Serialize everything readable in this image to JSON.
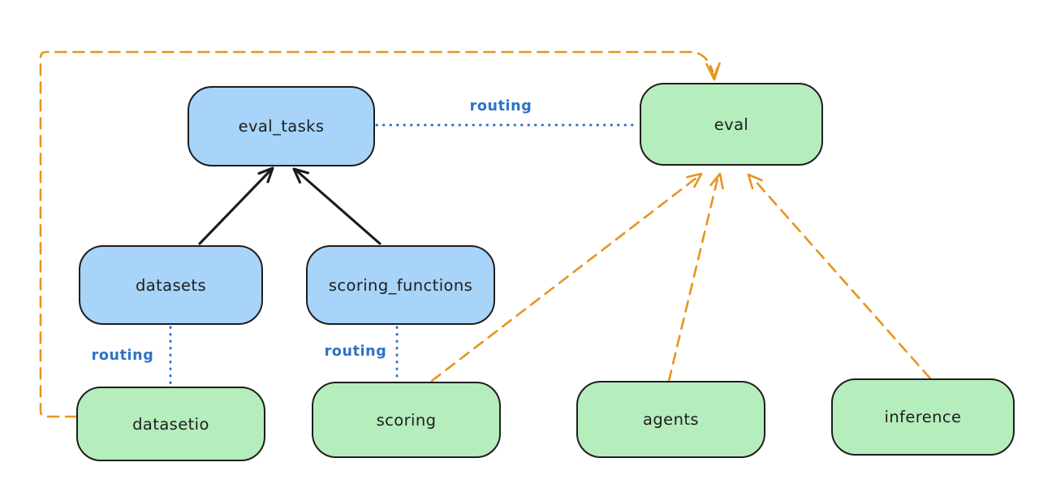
{
  "colors": {
    "canvas_bg": "#ffffff",
    "node_blue_fill": "#a7d4f8",
    "node_green_fill": "#b5edbc",
    "node_stroke": "#1e1e1e",
    "black_arrow": "#1b1b1b",
    "routing_blue": "#2e71c8",
    "provider_orange": "#e8941e"
  },
  "diagram": {
    "nodes": [
      {
        "id": "eval_tasks",
        "label": "eval_tasks",
        "color": "blue"
      },
      {
        "id": "eval",
        "label": "eval",
        "color": "green"
      },
      {
        "id": "datasets",
        "label": "datasets",
        "color": "blue"
      },
      {
        "id": "scoring_functions",
        "label": "scoring_functions",
        "color": "blue"
      },
      {
        "id": "datasetio",
        "label": "datasetio",
        "color": "green"
      },
      {
        "id": "scoring",
        "label": "scoring",
        "color": "green"
      },
      {
        "id": "agents",
        "label": "agents",
        "color": "green"
      },
      {
        "id": "inference",
        "label": "inference",
        "color": "green"
      }
    ],
    "edges": [
      {
        "from": "datasets",
        "to": "eval_tasks",
        "style": "solid-black-arrow"
      },
      {
        "from": "scoring_functions",
        "to": "eval_tasks",
        "style": "solid-black-arrow"
      },
      {
        "from": "eval_tasks",
        "to": "eval",
        "style": "dotted-blue",
        "label": "routing"
      },
      {
        "from": "datasets",
        "to": "datasetio",
        "style": "dotted-blue",
        "label": "routing"
      },
      {
        "from": "scoring_functions",
        "to": "scoring",
        "style": "dotted-blue",
        "label": "routing"
      },
      {
        "from": "datasetio",
        "to": "eval",
        "style": "dashed-orange-arrow"
      },
      {
        "from": "scoring",
        "to": "eval",
        "style": "dashed-orange-arrow"
      },
      {
        "from": "agents",
        "to": "eval",
        "style": "dashed-orange-arrow"
      },
      {
        "from": "inference",
        "to": "eval",
        "style": "dashed-orange-arrow"
      }
    ]
  }
}
